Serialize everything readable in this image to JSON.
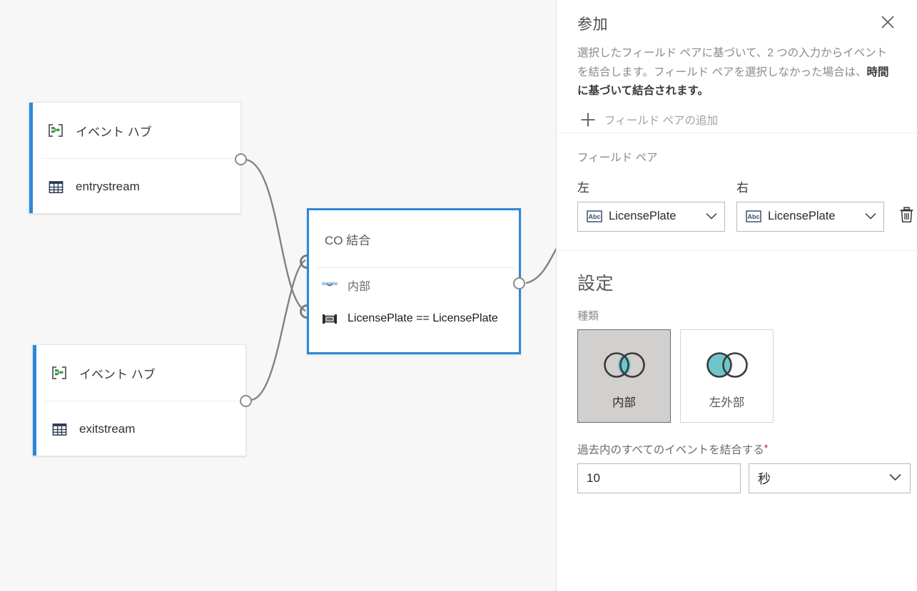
{
  "canvas": {
    "nodes": [
      {
        "id": "entry",
        "type_label": "イベント ハブ",
        "stream_label": "entrystream",
        "type_icon": "event-hub-icon",
        "stream_icon": "table-icon",
        "accent_color": "#2b88d8"
      },
      {
        "id": "exit",
        "type_label": "イベント ハブ",
        "stream_label": "exitstream",
        "type_icon": "event-hub-icon",
        "stream_icon": "table-icon",
        "accent_color": "#2b88d8"
      }
    ],
    "join_node": {
      "title": "CO 結合",
      "kind_label": "内部",
      "kind_icon": "inner-join-icon",
      "expression": "LicensePlate == LicensePlate",
      "expression_icon": "field-pair-icon",
      "selected_border_color": "#2b88d8"
    }
  },
  "panel": {
    "title": "参加",
    "close_icon": "close-icon",
    "description_part1": "選択したフィールド ペアに基づいて、2 つの入力からイベントを結合します。フィールド ペアを選択しなかった場合は、",
    "description_emphasis": "時間に基づいて結合されます。",
    "add_pair_label": "フィールド ペアの追加",
    "add_pair_icon": "plus-icon",
    "field_pairs": {
      "caption": "フィールド ペア",
      "left_label": "左",
      "right_label": "右",
      "rows": [
        {
          "left_value": "LicensePlate",
          "right_value": "LicensePlate",
          "value_icon": "abc-text-field-icon",
          "chevron_icon": "chevron-down-icon",
          "delete_icon": "trash-icon"
        }
      ]
    },
    "settings": {
      "title": "設定",
      "kind_label": "種類",
      "kind_options": [
        {
          "label": "内部",
          "icon": "venn-inner-join-icon",
          "selected": true
        },
        {
          "label": "左外部",
          "icon": "venn-left-outer-join-icon",
          "selected": false
        }
      ],
      "time_label": "過去内のすべてのイベントを結合する",
      "time_required_marker": "*",
      "time_value": "10",
      "time_unit": "秒",
      "time_unit_chevron": "chevron-down-icon"
    }
  },
  "colors": {
    "accent_blue": "#2b88d8",
    "teal": "#6ec6cd",
    "canvas_bg": "#f7f7f7",
    "required_red": "#a4262c"
  }
}
